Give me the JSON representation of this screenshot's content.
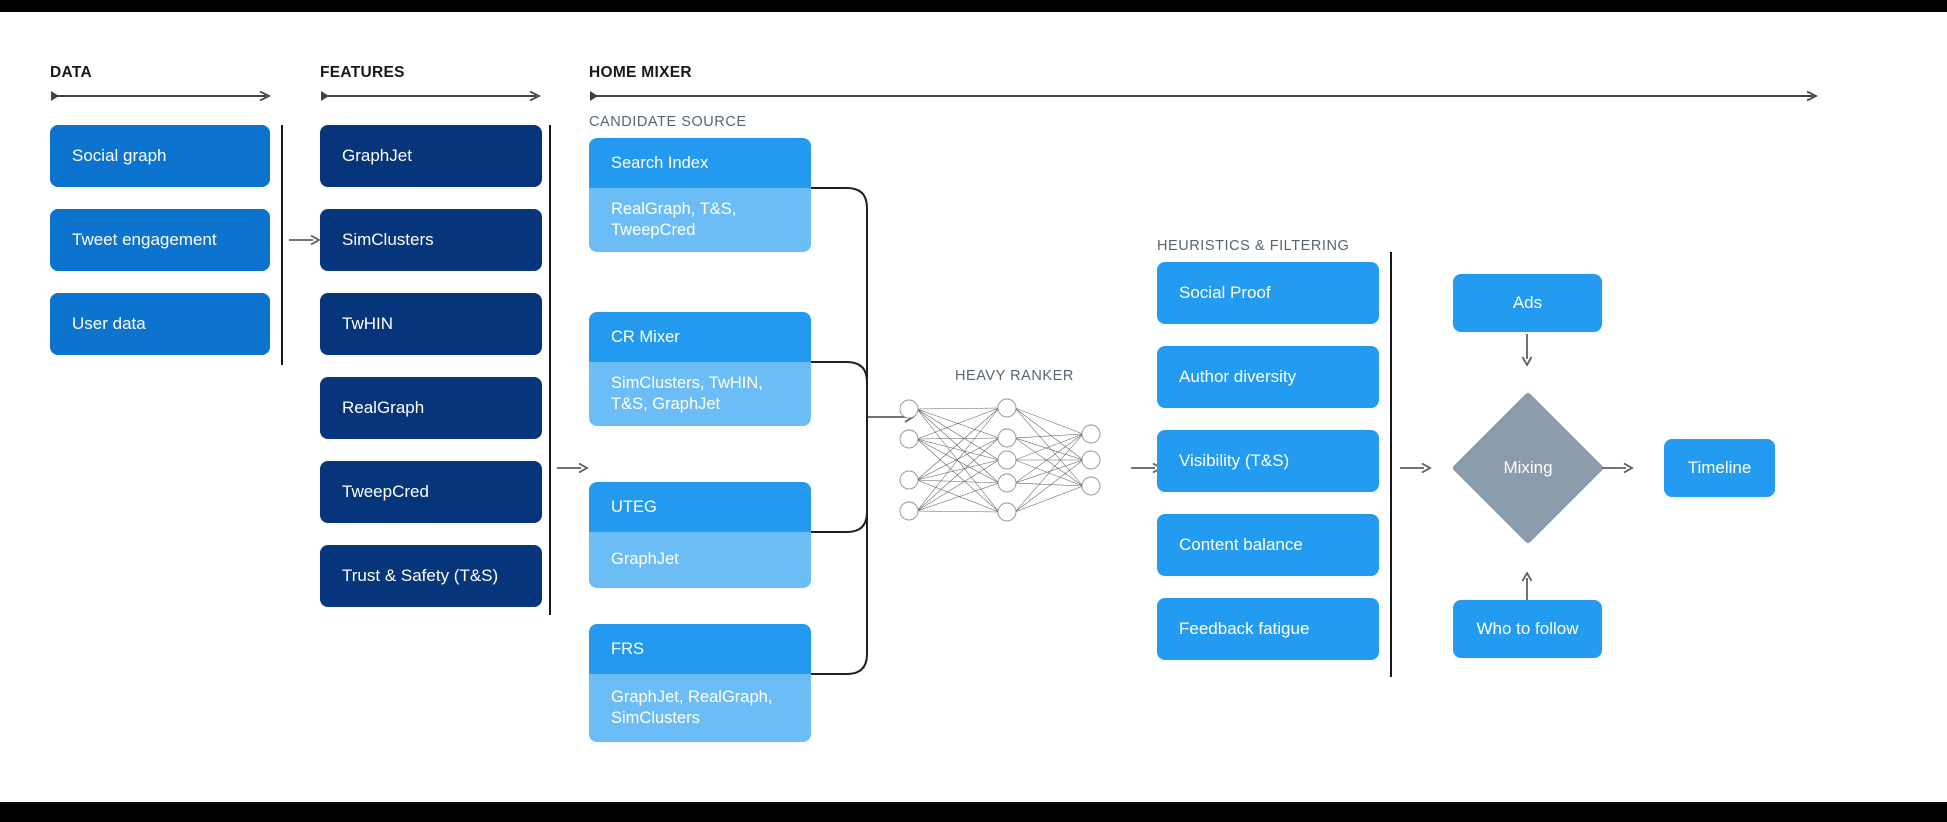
{
  "sections": {
    "data": {
      "title": "DATA"
    },
    "features": {
      "title": "FEATURES"
    },
    "home_mixer": {
      "title": "HOME MIXER"
    },
    "candidate_source": {
      "title": "CANDIDATE SOURCE"
    },
    "heavy_ranker": {
      "title": "HEAVY RANKER"
    },
    "heuristics": {
      "title": "HEURISTICS & FILTERING"
    }
  },
  "data_boxes": [
    {
      "label": "Social graph"
    },
    {
      "label": "Tweet engagement"
    },
    {
      "label": "User data"
    }
  ],
  "feature_boxes": [
    {
      "label": "GraphJet"
    },
    {
      "label": "SimClusters"
    },
    {
      "label": "TwHIN"
    },
    {
      "label": "RealGraph"
    },
    {
      "label": "TweepCred"
    },
    {
      "label": "Trust & Safety (T&S)"
    }
  ],
  "candidate_sources": [
    {
      "name": "Search Index",
      "features": "RealGraph, T&S,\nTweepCred"
    },
    {
      "name": "CR Mixer",
      "features": "SimClusters, TwHIN,\nT&S, GraphJet"
    },
    {
      "name": "UTEG",
      "features": "GraphJet"
    },
    {
      "name": "FRS",
      "features": "GraphJet, RealGraph,\nSimClusters"
    }
  ],
  "heuristic_boxes": [
    {
      "label": "Social Proof"
    },
    {
      "label": "Author diversity"
    },
    {
      "label": "Visibility (T&S)"
    },
    {
      "label": "Content balance"
    },
    {
      "label": "Feedback fatigue"
    }
  ],
  "outputs": {
    "ads": "Ads",
    "mixing": "Mixing",
    "who_to_follow": "Who to follow",
    "timeline": "Timeline"
  },
  "colors": {
    "data_box": "#0c73cf",
    "feature_box": "#07357c",
    "candidate_head": "#239af0",
    "candidate_body": "#6cbdf5",
    "heuristic_box": "#229bf0",
    "mixing_diamond": "#8a9bab",
    "label_text": "#566573",
    "title_text": "#16181c",
    "connector": "#3a3f44"
  },
  "network": {
    "input_nodes": 4,
    "hidden_nodes": 5,
    "output_nodes": 3
  }
}
